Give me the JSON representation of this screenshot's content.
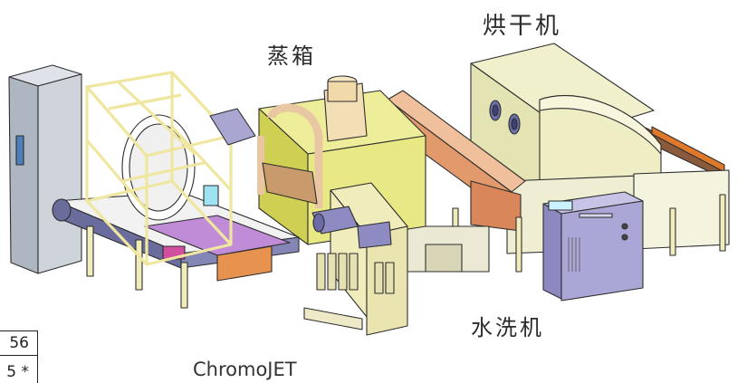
{
  "labels": {
    "dryer": "烘干机",
    "steamer": "蒸箱",
    "washer": "水洗机",
    "printer": "ChromoJET"
  },
  "table_fragment": {
    "row1": "56",
    "row2": "5 *"
  },
  "colors": {
    "steamer_body": "#e9e98e",
    "dryer_body": "#ecebc1",
    "frame_beams": "#efe6a0",
    "belt_blue": "#6a6c9c",
    "cabinet_grey": "#cfd4db",
    "console_purple": "#a9a6d2",
    "wash_tank_orange": "#e7a77b",
    "leg_cream": "#f1ecbc",
    "accent_pink": "#d24fa0"
  }
}
